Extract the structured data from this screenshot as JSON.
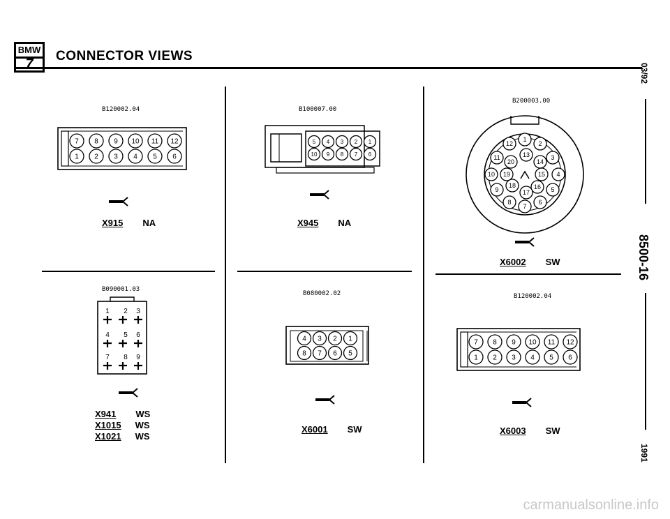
{
  "header": {
    "logo_top": "BMW",
    "logo_num": "7",
    "title": "CONNECTOR VIEWS"
  },
  "side": {
    "date": "03/92",
    "page": "8500-16",
    "year": "1991"
  },
  "watermark": "carmanualsonline.info",
  "connectors": [
    {
      "code": "B120002.04",
      "labels": [
        {
          "id": "X915",
          "color": "NA"
        }
      ],
      "pins_top": [
        "7",
        "8",
        "9",
        "10",
        "11",
        "12"
      ],
      "pins_bottom": [
        "1",
        "2",
        "3",
        "4",
        "5",
        "6"
      ]
    },
    {
      "code": "B100007.00",
      "labels": [
        {
          "id": "X945",
          "color": "NA"
        }
      ],
      "pins_top": [
        "5",
        "4",
        "3",
        "2",
        "1"
      ],
      "pins_bottom": [
        "10",
        "9",
        "8",
        "7",
        "6"
      ]
    },
    {
      "code": "B200003.00",
      "labels": [
        {
          "id": "X6002",
          "color": "SW"
        }
      ],
      "pins": [
        "1",
        "2",
        "3",
        "4",
        "5",
        "6",
        "7",
        "8",
        "9",
        "10",
        "11",
        "12",
        "13",
        "14",
        "15",
        "16",
        "17",
        "18",
        "19",
        "20"
      ]
    },
    {
      "code": "B090001.03",
      "labels": [
        {
          "id": "X941",
          "color": "WS"
        },
        {
          "id": "X1015",
          "color": "WS"
        },
        {
          "id": "X1021",
          "color": "WS"
        }
      ],
      "pins": [
        "1",
        "2",
        "3",
        "4",
        "5",
        "6",
        "7",
        "8",
        "9"
      ]
    },
    {
      "code": "B080002.02",
      "labels": [
        {
          "id": "X6001",
          "color": "SW"
        }
      ],
      "pins_top": [
        "4",
        "3",
        "2",
        "1"
      ],
      "pins_bottom": [
        "8",
        "7",
        "6",
        "5"
      ]
    },
    {
      "code": "B120002.04",
      "labels": [
        {
          "id": "X6003",
          "color": "SW"
        }
      ],
      "pins_top": [
        "7",
        "8",
        "9",
        "10",
        "11",
        "12"
      ],
      "pins_bottom": [
        "1",
        "2",
        "3",
        "4",
        "5",
        "6"
      ]
    }
  ]
}
